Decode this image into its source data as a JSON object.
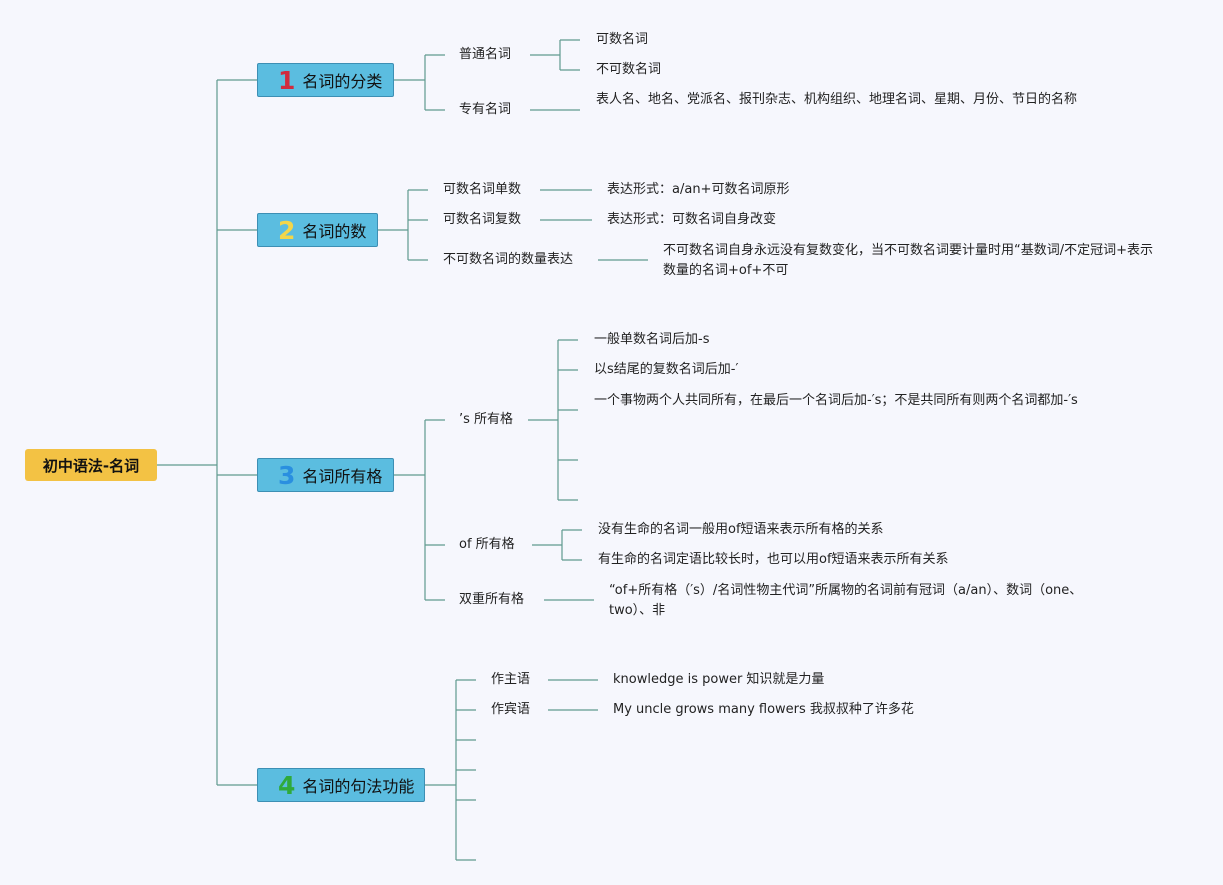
{
  "root": {
    "label": "初中语法-名词"
  },
  "colors": {
    "root": "#f3c244",
    "main": "#5bbde0",
    "line": "#5f9a8f",
    "n1": "#d12b3f",
    "n2": "#f2d64a",
    "n3": "#2a8fe0",
    "n4": "#2faa3c"
  },
  "topics": [
    {
      "number": "1",
      "label": "名词的分类",
      "children": [
        {
          "label": "普通名词",
          "items": [
            "可数名词",
            "不可数名词"
          ]
        },
        {
          "label": "专有名词",
          "items": [
            "表人名、地名、党派名、报刊杂志、机构组织、地理名词、星期、月份、节日的名称"
          ]
        }
      ]
    },
    {
      "number": "2",
      "label": "名词的数",
      "children": [
        {
          "label": "可数名词单数",
          "items": [
            "表达形式：a/an+可数名词原形"
          ]
        },
        {
          "label": "可数名词复数",
          "items": [
            "表达形式：可数名词自身改变"
          ]
        },
        {
          "label": "不可数名词的数量表达",
          "items": [
            "不可数名词自身永远没有复数变化，当不可数名词要计量时用“基数词/不定冠词+表示数量的名词+of+不可"
          ]
        }
      ]
    },
    {
      "number": "3",
      "label": "名词所有格",
      "children": [
        {
          "label": "’s 所有格",
          "items": [
            "一般单数名词后加-s",
            "以s结尾的复数名词后加-′",
            "一个事物两个人共同所有，在最后一个名词后加-′s；不是共同所有则两个名词都加-′s",
            "",
            ""
          ]
        },
        {
          "label": "of 所有格",
          "items": [
            "没有生命的名词一般用of短语来表示所有格的关系",
            "有生命的名词定语比较长时，也可以用of短语来表示所有关系"
          ]
        },
        {
          "label": "双重所有格",
          "items": [
            "“of+所有格（′s）/名词性物主代词”所属物的名词前有冠词（a/an）、数词（one、two）、非"
          ]
        }
      ]
    },
    {
      "number": "4",
      "label": "名词的句法功能",
      "children": [
        {
          "label": "作主语",
          "items": [
            "knowledge is power 知识就是力量"
          ]
        },
        {
          "label": "作宾语",
          "items": [
            "My uncle grows many flowers 我叔叔种了许多花"
          ]
        },
        {
          "label": "",
          "items": []
        },
        {
          "label": "",
          "items": []
        },
        {
          "label": "",
          "items": []
        },
        {
          "label": "",
          "items": []
        }
      ]
    }
  ]
}
